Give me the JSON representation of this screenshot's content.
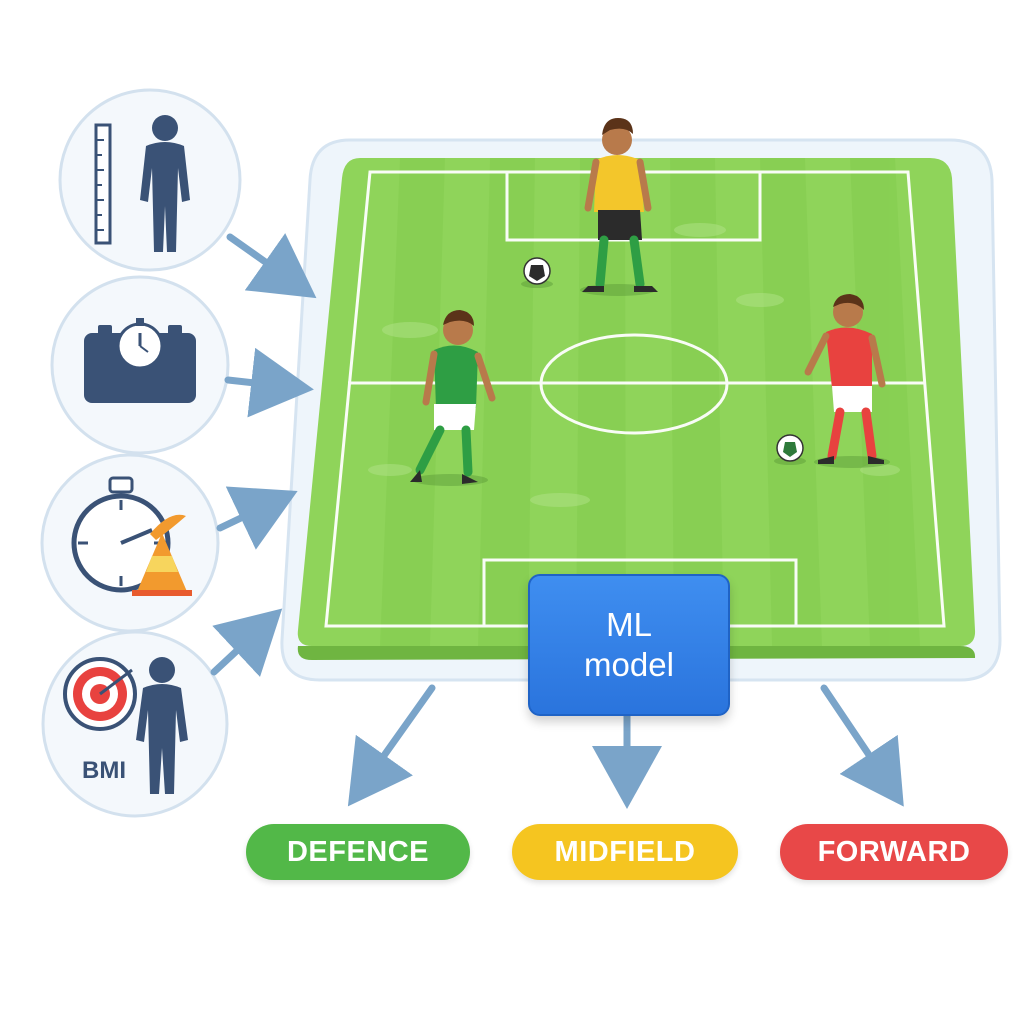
{
  "colors": {
    "pitch": "#8fd45a",
    "pitch_stripe": "#84cc4f",
    "pitch_border": "#e8f2fa",
    "arrow": "#7aa4c9",
    "icon_navy": "#3a5276",
    "ml_box": "#2f7fe6",
    "defence": "#52b848",
    "midfield": "#f5c520",
    "forward": "#e84848",
    "circle_bg": "#f4f8fc",
    "circle_border": "#d3e1ee"
  },
  "inputs": [
    {
      "icon": "height-ruler-icon"
    },
    {
      "icon": "weighing-scale-icon"
    },
    {
      "icon": "stopwatch-cone-icon"
    },
    {
      "icon": "target-bmi-icon",
      "label": "BMI"
    }
  ],
  "model": {
    "line1": "ML",
    "line2": "model"
  },
  "outputs": {
    "defence": "DEFENCE",
    "midfield": "MIDFIELD",
    "forward": "FORWARD"
  },
  "players": [
    {
      "name": "yellow-player",
      "shirt": "#f3c62b",
      "shorts": "#2b2b2b",
      "socks": "#2e9e44"
    },
    {
      "name": "green-player",
      "shirt": "#2e9e44",
      "shorts": "#ffffff",
      "socks": "#2e9e44"
    },
    {
      "name": "red-player",
      "shirt": "#e8423f",
      "shorts": "#ffffff",
      "socks": "#e8423f"
    }
  ]
}
